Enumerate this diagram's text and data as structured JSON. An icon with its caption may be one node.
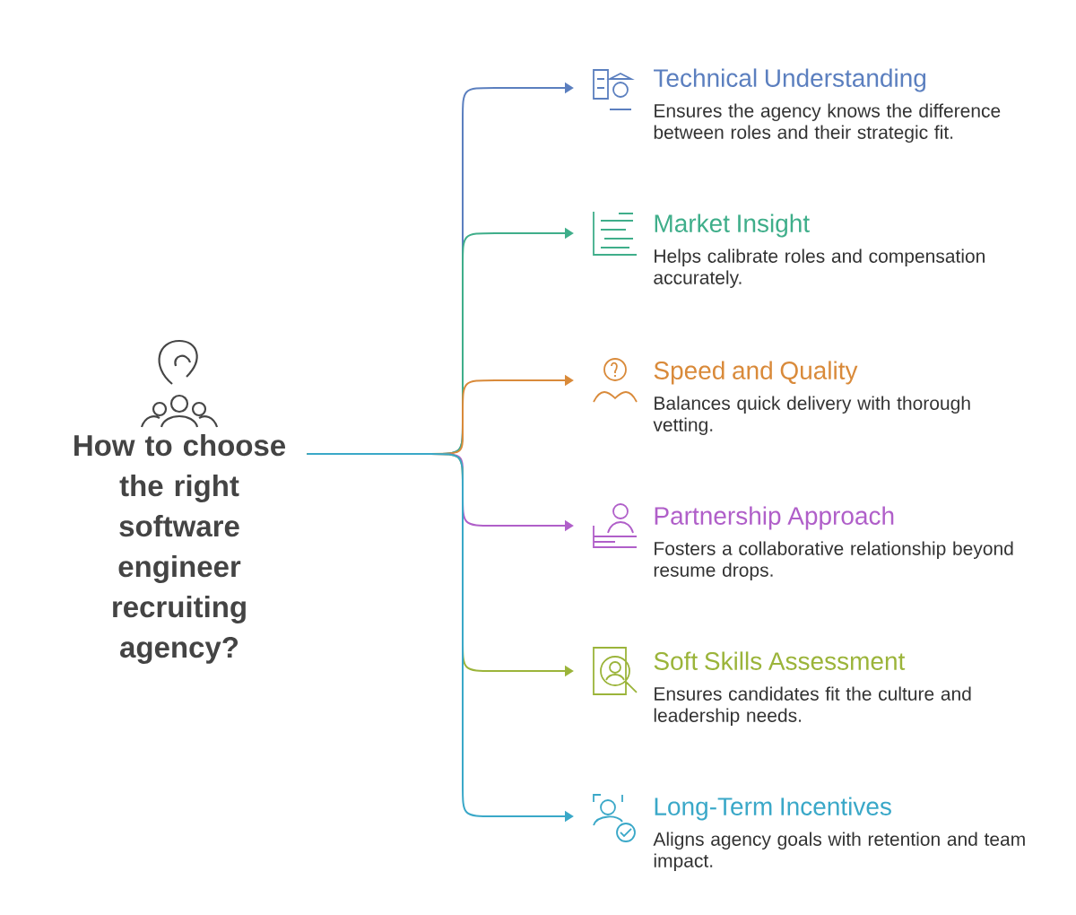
{
  "diagram": {
    "nodes": [
      {
        "text": [
          "How to choose the right software engineer recruiting agency?"
        ]
      },
      {
        "text": [
          "Technical Understanding",
          "Ensures the agency knows the difference between roles and their strategic fit."
        ]
      },
      {
        "text": [
          "Market Insight",
          "Helps calibrate roles and compensation accurately."
        ]
      },
      {
        "text": [
          "Speed and Quality",
          "Balances quick delivery with thorough vetting."
        ]
      },
      {
        "text": [
          "Partnership Approach",
          "Fosters a collaborative relationship beyond resume drops."
        ]
      },
      {
        "text": [
          "Soft Skills Assessment",
          "Ensures candidates fit the culture and leadership needs."
        ]
      },
      {
        "text": [
          "Long-Term Incentives",
          "Aligns agency goals with retention and team impact."
        ]
      }
    ],
    "edges": [
      {
        "from": 0,
        "to": 1,
        "arrow": "to",
        "color": "#5b7fbf"
      },
      {
        "from": 0,
        "to": 2,
        "arrow": "to",
        "color": "#3fae8a"
      },
      {
        "from": 0,
        "to": 3,
        "arrow": "to",
        "color": "#d98a3a"
      },
      {
        "from": 0,
        "to": 4,
        "arrow": "to",
        "color": "#b05fc9"
      },
      {
        "from": 0,
        "to": 5,
        "arrow": "to",
        "color": "#9bb43a"
      },
      {
        "from": 0,
        "to": 6,
        "arrow": "to",
        "color": "#3aa8c8"
      }
    ]
  }
}
